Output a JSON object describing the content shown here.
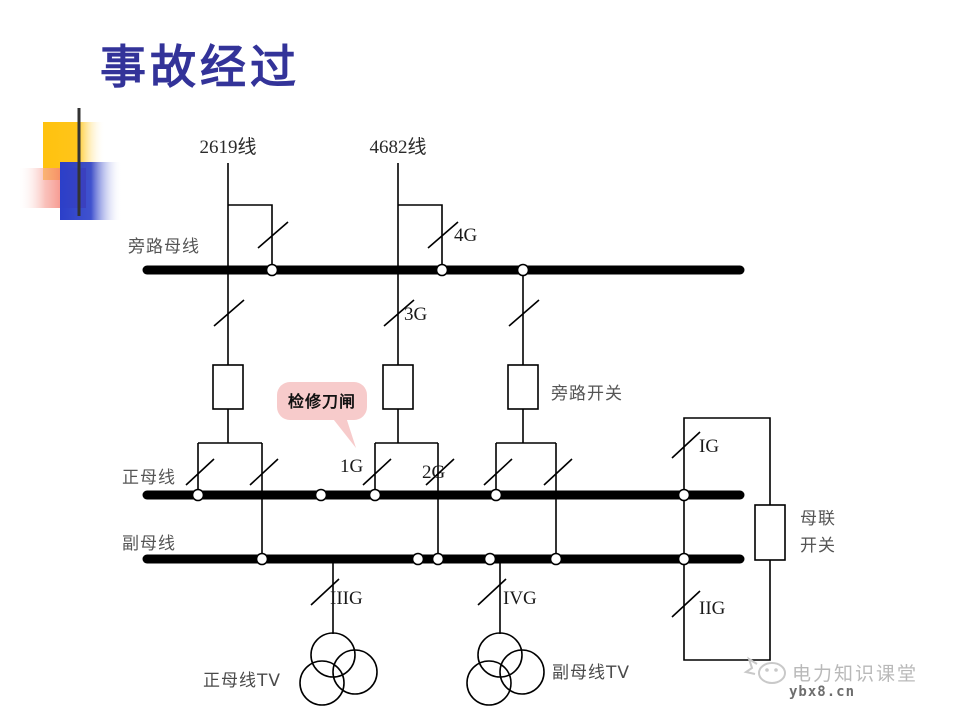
{
  "slide": {
    "title": "事故经过",
    "background": "#ffffff",
    "title_color": "#333399"
  },
  "logo": {
    "name": "decorative-logo",
    "yellow": "#FFC20E",
    "red": "#F04A3C",
    "blue": "#2B3FC9",
    "rule_color": "#5a5a5a"
  },
  "diagram": {
    "type": "single-line-electrical-diagram",
    "feeders": [
      {
        "id": "feeder-2619",
        "label": "2619线"
      },
      {
        "id": "feeder-4682",
        "label": "4682线"
      }
    ],
    "buses": [
      {
        "id": "bypass-bus",
        "label": "旁路母线"
      },
      {
        "id": "main-bus",
        "label": "正母线"
      },
      {
        "id": "reserve-bus",
        "label": "副母线"
      }
    ],
    "switch_labels": [
      {
        "id": "sw-4g",
        "label": "4G"
      },
      {
        "id": "sw-3g",
        "label": "3G"
      },
      {
        "id": "sw-1g",
        "label": "1G"
      },
      {
        "id": "sw-2g",
        "label": "2G"
      },
      {
        "id": "sw-ig",
        "label": "IG"
      },
      {
        "id": "sw-iig",
        "label": "IIG"
      },
      {
        "id": "sw-iiig",
        "label": "IIIG"
      },
      {
        "id": "sw-ivg",
        "label": "IVG"
      }
    ],
    "breaker_labels": [
      {
        "id": "bypass-breaker",
        "label": "旁路开关"
      },
      {
        "id": "bus-tie-breaker-line1",
        "label": "母联"
      },
      {
        "id": "bus-tie-breaker-line2",
        "label": "开关"
      }
    ],
    "transformers": [
      {
        "id": "main-bus-tv",
        "label": "正母线TV"
      },
      {
        "id": "reserve-bus-tv",
        "label": "副母线TV"
      }
    ],
    "callout": {
      "id": "maintenance-disconnector-callout",
      "text": "检修刀闸",
      "fill": "#F7CBCB",
      "text_color": "#111111"
    },
    "stroke_color": "#000000",
    "bus_color": "#000000"
  },
  "watermark": {
    "title": "电力知识课堂",
    "url": "ybx8.cn"
  }
}
